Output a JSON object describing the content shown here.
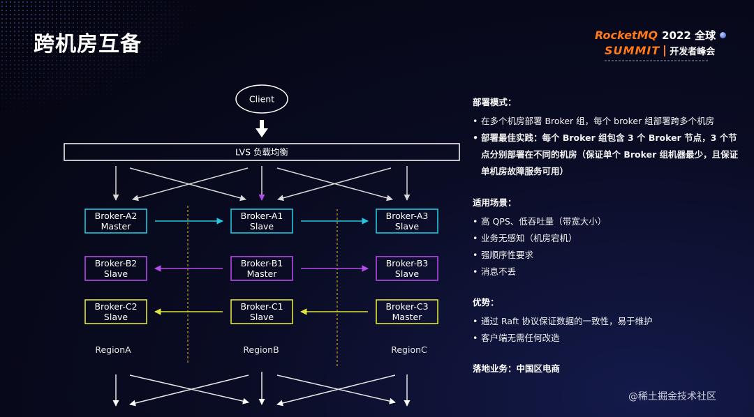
{
  "title": "跨机房互备",
  "logo": {
    "brand": "RocketMQ",
    "year": "2022 全球",
    "subbrand": "SUMMIT",
    "event": "开发者峰会"
  },
  "diagram": {
    "client": "Client",
    "lvs": "LVS 负载均衡",
    "colors": {
      "cyan": "#22c7e0",
      "purple": "#b44bea",
      "yellow": "#dfe63a",
      "dashed": "#d0a21c"
    },
    "rows": [
      {
        "color": "cyan",
        "nodes": [
          [
            "Broker-A2",
            "Master"
          ],
          [
            "Broker-A1",
            "Slave"
          ],
          [
            "Broker-A3",
            "Slave"
          ]
        ],
        "arrows": [
          "right",
          "right"
        ]
      },
      {
        "color": "purple",
        "nodes": [
          [
            "Broker-B2",
            "Slave"
          ],
          [
            "Broker-B1",
            "Master"
          ],
          [
            "Broker-B3",
            "Slave"
          ]
        ],
        "arrows": [
          "left",
          "right"
        ]
      },
      {
        "color": "yellow",
        "nodes": [
          [
            "Broker-C2",
            "Slave"
          ],
          [
            "Broker-C1",
            "Slave"
          ],
          [
            "Broker-C3",
            "Master"
          ]
        ],
        "arrows": [
          "left",
          "left"
        ]
      }
    ],
    "regions": [
      "RegionA",
      "RegionB",
      "RegionC"
    ]
  },
  "panel": {
    "deploy_title": "部署模式：",
    "deploy_items": [
      "在多个机房部署 Broker 组，每个 broker 组部署跨多个机房",
      "部署最佳实践：每个 Broker 组包含 3 个 Broker 节点，3 个节点分别部署在不同的机房（保证单个 Broker 组机器最少，且保证单机房故障服务可用）"
    ],
    "scenario_title": "适用场景：",
    "scenario_items": [
      "高 QPS、低吞吐量（带宽大小）",
      "业务无感知（机房宕机）",
      "强顺序性要求",
      "消息不丢"
    ],
    "advantage_title": "优势：",
    "advantage_items": [
      "通过 Raft 协议保证数据的一致性，易于维护",
      "客户端无需任何改造"
    ],
    "business": "落地业务：中国区电商"
  },
  "watermark": "@稀土掘金技术社区"
}
